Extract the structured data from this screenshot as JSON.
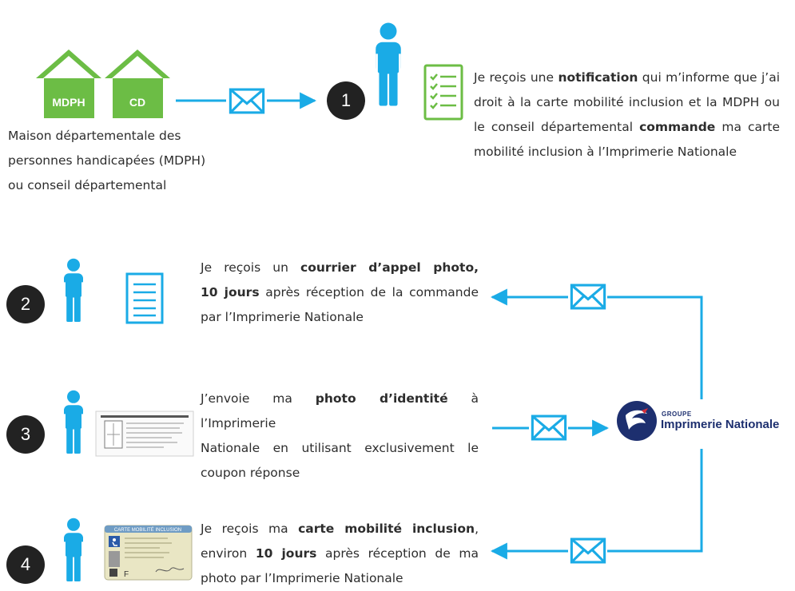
{
  "colors": {
    "green": "#6cbd45",
    "blue": "#1aabe6",
    "dark": "#222222",
    "logo_navy": "#1d2f6f",
    "logo_red": "#d62f3a"
  },
  "senders": {
    "mdph_label": "MDPH",
    "cd_label": "CD",
    "caption_line1": "Maison départementale des",
    "caption_line2": "personnes handicapées (MDPH)",
    "caption_line3": "ou conseil départemental"
  },
  "steps": [
    {
      "number": "1",
      "icon": "checklist-icon",
      "line1": [
        "Je reçois une ",
        "notification",
        " qui m’informe que j’ai"
      ],
      "line2": "droit à la carte mobilité inclusion et la MDPH ou",
      "line3": [
        "le conseil départemental ",
        "commande",
        " ma carte"
      ],
      "line4": "mobilité inclusion à l’Imprimerie Nationale"
    },
    {
      "number": "2",
      "icon": "document-icon",
      "line1": [
        "Je reçois un ",
        "courrier d’appel photo,"
      ],
      "line2": [
        "10 jours",
        " après réception de la commande"
      ],
      "line3": "par l’Imprimerie Nationale"
    },
    {
      "number": "3",
      "icon": "photo-coupon-form",
      "line1": [
        "J’envoie ma ",
        "photo d’identité",
        " à l’Imprimerie"
      ],
      "line2": "Nationale en utilisant exclusivement le",
      "line3": "coupon réponse"
    },
    {
      "number": "4",
      "icon": "mobility-card",
      "line1": [
        "Je reçois ma ",
        "carte mobilité inclusion",
        ","
      ],
      "line2": [
        "environ ",
        "10 jours",
        " après réception de ma"
      ],
      "line3": "photo par l’Imprimerie Nationale"
    }
  ],
  "logo": {
    "group_label": "GROUPE",
    "name": "Imprimerie Nationale"
  },
  "card": {
    "title": "CARTE MOBILITÉ INCLUSION",
    "letter": "F"
  }
}
